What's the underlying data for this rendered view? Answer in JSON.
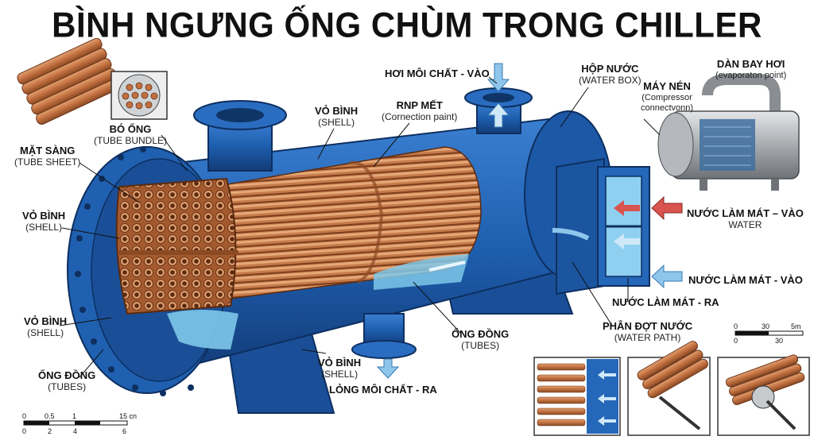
{
  "title": "BÌNH NGƯNG ỐNG CHÙM TRONG CHILLER",
  "labels": {
    "tube_bundle": {
      "main": "BÓ ỐNG",
      "sub": "(TUBE BUNDLE)"
    },
    "tube_sheet": {
      "main": "MẶT SÀNG",
      "sub": "(TUBE SHEET)"
    },
    "shell_left_upper": {
      "main": "VỎ BÌNH",
      "sub": "(SHELL)"
    },
    "shell_left_lower": {
      "main": "VỎ BÌNH",
      "sub": "(SHELL)"
    },
    "tubes_left": {
      "main": "ỐNG ĐỒNG",
      "sub": "(TUBES)"
    },
    "shell_top": {
      "main": "VỎ BÌNH",
      "sub": "(SHELL)"
    },
    "connection_point": {
      "main": "RNP MẾT",
      "sub": "(Cornection paint)"
    },
    "refrigerant_in": {
      "main": "HƠI MÔI CHẤT - VÀO"
    },
    "water_box": {
      "main": "HỘP NƯỚC",
      "sub": "(WATER BOX)"
    },
    "evaporator": {
      "main": "DÀN BAY HƠI",
      "sub": "(evaporaton point)"
    },
    "compressor": {
      "main": "MÁY NÉN",
      "sub1": "(Compressor",
      "sub2": "connectvonn)"
    },
    "cooling_in_upper": {
      "main": "NƯỚC LÀM MÁT – VÀO",
      "sub": "WATER"
    },
    "cooling_in_lower": {
      "main": "NƯỚC LÀM MÁT - VÀO"
    },
    "cooling_out": {
      "main": "NƯỚC LÀM MÁT - RA"
    },
    "water_path": {
      "main": "PHÂN ĐỢT NƯỚC",
      "sub": "(WATER PATH)"
    },
    "tubes_center": {
      "main": "ỐNG ĐỒNG",
      "sub": "(TUBES)"
    },
    "shell_bottom": {
      "main": "VỎ BÌNH",
      "sub": "(SHELL)"
    },
    "liquid_out": {
      "main": "LỎNG MÔI CHẤT - RA"
    }
  },
  "scale_left": {
    "top": [
      "0",
      "0.5",
      "1",
      "15 cn"
    ],
    "bottom": [
      "0",
      "2",
      "4",
      "6"
    ]
  },
  "scale_right": {
    "top": [
      "0",
      "30",
      "5m"
    ],
    "bottom": [
      "0",
      "30"
    ]
  },
  "colors": {
    "shell_blue": "#1f5fb0",
    "shell_dark": "#143f7a",
    "copper": "#c87a48",
    "copper_dark": "#8a4a24",
    "water": "#7ec8ea",
    "hot_arrow": "#d9534f",
    "cool_arrow": "#8ec5ea"
  }
}
